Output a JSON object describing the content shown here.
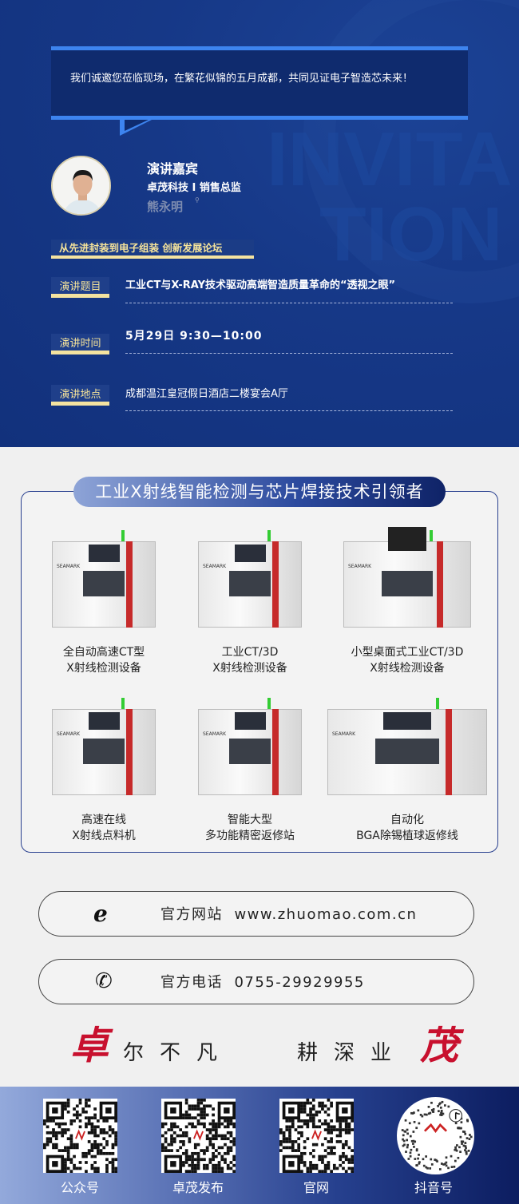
{
  "header": {
    "watermark_line1": "INVITA",
    "watermark_line2": "TION",
    "invitation": "我们诚邀您莅临现场，在繁花似锦的五月成都，共同见证电子智造芯未来！"
  },
  "speaker": {
    "heading": "演讲嘉宾",
    "company_title": "卓茂科技 I 销售总监",
    "name": "熊永明"
  },
  "forum": "从先进封装到电子组装 创新发展论坛",
  "details": [
    {
      "label": "演讲题目",
      "value": "工业CT与X-RAY技术驱动高端智造质量革命的“透视之眼”"
    },
    {
      "label": "演讲时间",
      "value": "5月29日 9:30—10:00"
    },
    {
      "label": "演讲地点",
      "value": "成都温江皇冠假日酒店二楼宴会A厅"
    }
  ],
  "products_title": "工业X射线智能检测与芯片焊接技术引领者",
  "products": [
    {
      "line1": "全自动高速CT型",
      "line2": "X射线检测设备"
    },
    {
      "line1": "工业CT/3D",
      "line2": "X射线检测设备"
    },
    {
      "line1": "小型桌面式工业CT/3D",
      "line2": "X射线检测设备"
    },
    {
      "line1": "高速在线",
      "line2": "X射线点料机"
    },
    {
      "line1": "智能大型",
      "line2": "多功能精密返修站"
    },
    {
      "line1": "自动化",
      "line2": "BGA除锡植球返修线"
    }
  ],
  "brand_mark": "SEAMARK",
  "contacts": {
    "website_label": "官方网站",
    "website": "www.zhuomao.com.cn",
    "phone_label": "官方电话",
    "phone": "0755-29929955"
  },
  "slogan": {
    "left_red": "卓",
    "left": "尔不凡",
    "right": "耕深业",
    "right_red": "茂"
  },
  "qr_codes": [
    {
      "label": "公众号"
    },
    {
      "label": "卓茂发布"
    },
    {
      "label": "官网"
    },
    {
      "label": "抖音号"
    }
  ],
  "colors": {
    "top_bg": "#163887",
    "accent_blue": "#3d84ef",
    "gold": "#f5e39a",
    "red": "#c8102e"
  }
}
